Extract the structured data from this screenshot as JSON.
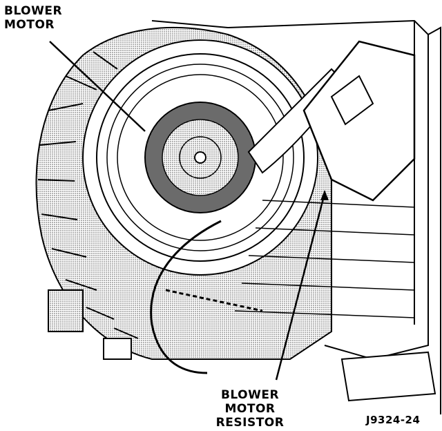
{
  "diagram": {
    "callouts": [
      {
        "id": "blower-motor",
        "text_lines": [
          "BLOWER",
          "MOTOR"
        ]
      },
      {
        "id": "blower-motor-resistor",
        "text_lines": [
          "BLOWER MOTOR",
          "RESISTOR"
        ]
      }
    ],
    "figure_id": "J9324-24",
    "colors": {
      "ink": "#000000",
      "paper": "#ffffff",
      "shade": "#9a9a9a"
    }
  }
}
